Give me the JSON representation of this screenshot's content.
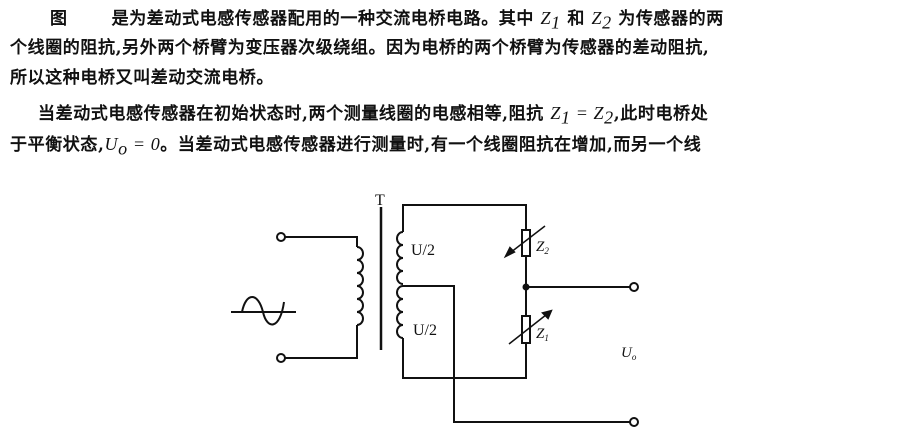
{
  "paragraph1": {
    "fig_ref": "图",
    "line1": "是为差动式电感传感器配用的一种交流电桥电路。其中",
    "z1": "Z",
    "sub1": "1",
    "and": "和",
    "z2": "Z",
    "sub2": "2",
    "line1_end": "为传感器的两",
    "line2": "个线圈的阻抗,另外两个桥臂为变压器次级绕组。因为电桥的两个桥臂为传感器的差动阻抗,",
    "line3": "所以这种电桥又叫差动交流电桥。"
  },
  "paragraph2": {
    "line4_start": "当差动式电感传感器在初始状态时,两个测量线圈的电感相等,阻抗",
    "line4_eq": "Z",
    "line4_sub1": "1",
    "line4_mid": " = Z",
    "line4_sub2": "2",
    "line4_end": ",此时电桥处",
    "line5_start": "于平衡状态,",
    "line5_u": "U",
    "line5_sub": "o",
    "line5_eq": " = 0",
    "line5_end": "。当差动式电感传感器进行测量时,有一个线圈阻抗在增加,而另一个线"
  },
  "diagram": {
    "transformer_label": "T",
    "upper_winding_label": "U/2",
    "lower_winding_label": "U/2",
    "z2_label": "Z",
    "z2_sub": "2",
    "z1_label": "Z",
    "z1_sub": "1",
    "output_label": "U",
    "output_sub": "o"
  }
}
